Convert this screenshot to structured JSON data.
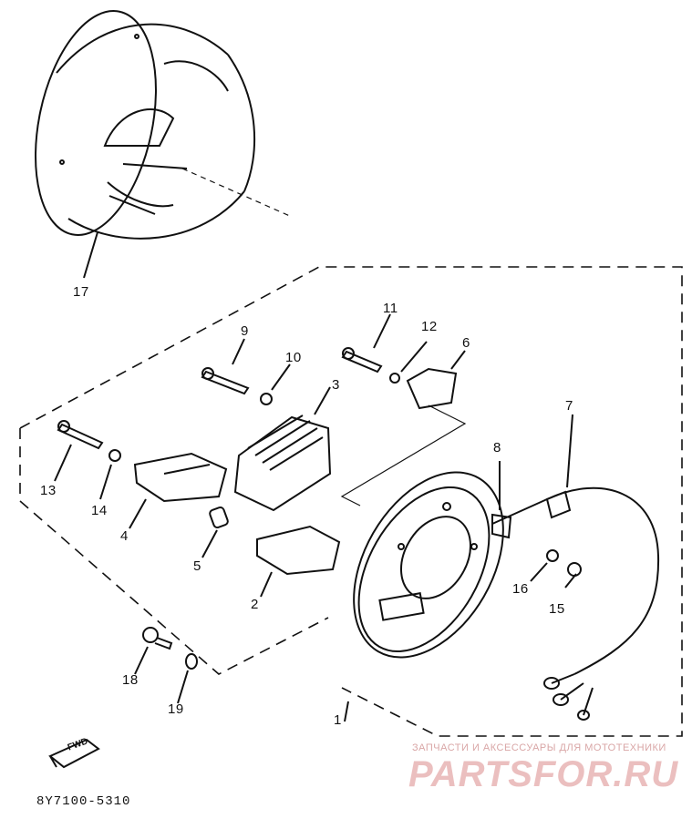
{
  "diagram": {
    "part_labels": [
      "1",
      "2",
      "3",
      "4",
      "5",
      "6",
      "7",
      "8",
      "9",
      "10",
      "11",
      "12",
      "13",
      "14",
      "15",
      "16",
      "17",
      "18",
      "19"
    ],
    "fwd_text": "FWD",
    "part_number": "8Y7100-5310",
    "watermark": {
      "tagline": "ЗАПЧАСТИ И АКСЕССУАРЫ ДЛЯ МОТОТЕХНИКИ",
      "brand": "PARTSFOR.RU"
    }
  }
}
